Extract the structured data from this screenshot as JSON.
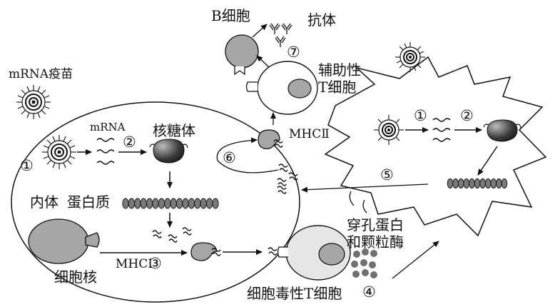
{
  "labels": {
    "b_cell": "B细胞",
    "antibody": "抗体",
    "step7": "⑦",
    "helper_t_line1": "辅助性",
    "helper_t_line2": "T细胞",
    "mrna_vaccine": "mRNA疫苗",
    "mrna": "mRNA",
    "step2_left": "②",
    "ribosome": "核糖体",
    "step1_left": "①",
    "mhc2": "MHCⅡ",
    "step6": "⑥",
    "step1_right": "①",
    "step2_right": "②",
    "step5": "⑤",
    "endosome": "内体",
    "protein": "蛋白质",
    "mhc1": "MHCⅠ",
    "step3": "③",
    "nucleus": "细胞核",
    "perforin_line1": "穿孔蛋白",
    "perforin_line2": "和颗粒酶",
    "cytotoxic_t": "细胞毒性T细胞",
    "step4": "④"
  },
  "colors": {
    "stroke": "#111111",
    "gray_fill": "#a6a6a6",
    "dark_fill": "#2b2b2b",
    "bead_fill": "#7a7a7a"
  },
  "icons": [
    "virus-icon",
    "antibody-icon",
    "ribosome-icon",
    "mrna-wave-icon",
    "peptide-chain-icon",
    "peptide-fragment-icon",
    "granule-icon"
  ]
}
